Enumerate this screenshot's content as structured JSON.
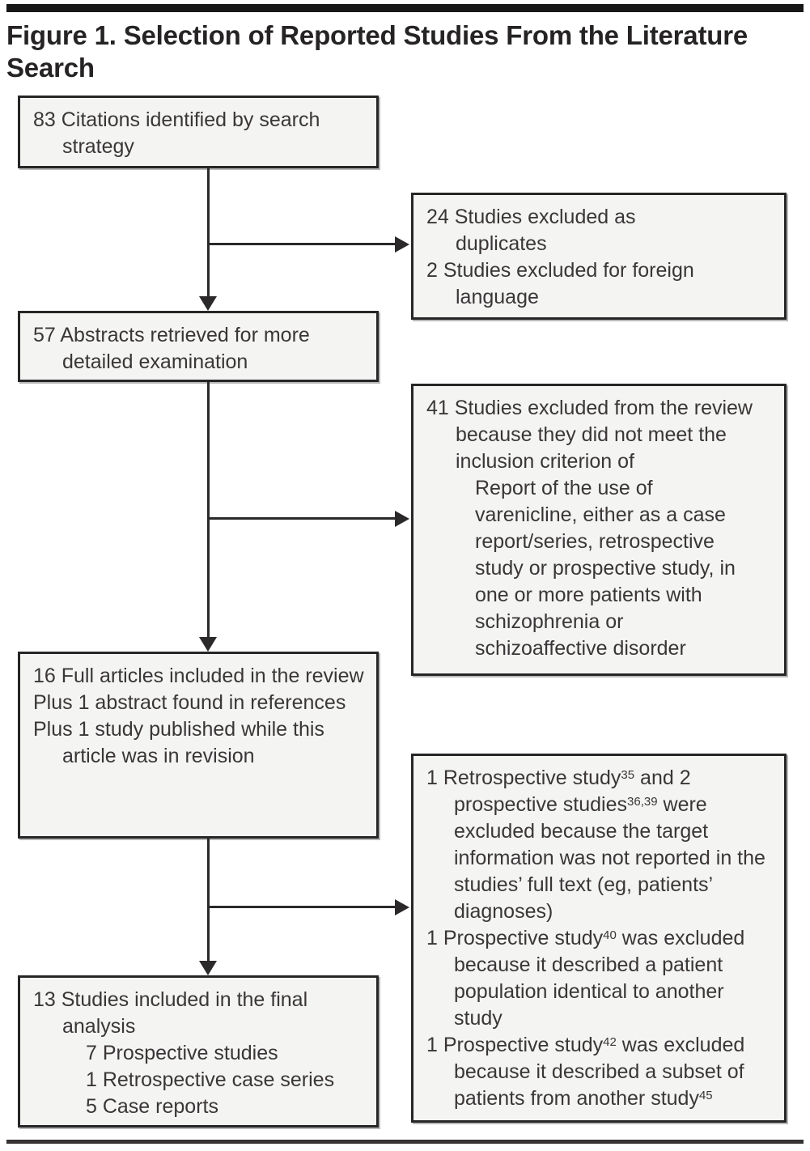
{
  "colors": {
    "pageBg": "#ffffff",
    "boxFill": "#f4f4f3",
    "boxBorder": "#272526",
    "text": "#3a3637",
    "line": "#2b292a",
    "ruleTop": "#171717",
    "ruleBottom": "#343233"
  },
  "title": "Figure 1. Selection of Reported Studies From the Literature Search",
  "flow": {
    "box1": {
      "lines": [
        "83 Citations identified by search strategy"
      ]
    },
    "box2": {
      "lines": [
        "24 Studies excluded as duplicates",
        "2 Studies excluded for foreign language"
      ]
    },
    "box3": {
      "lines": [
        "57 Abstracts retrieved for more detailed examination"
      ]
    },
    "box4": {
      "lead": "41 Studies excluded from the review because they did not meet the inclusion criterion of",
      "criterion": "Report of the use of varenicline, either as a case report/series, retrospective study or prospective study, in one or more patients with schizophrenia or schizoaffective disorder"
    },
    "box5": {
      "lines": [
        "16 Full articles included in the review",
        "Plus 1 abstract found in references",
        "Plus 1 study published while this article was in revision"
      ]
    },
    "box6": {
      "items": [
        {
          "pre": "1 Retrospective study",
          "sup1": "35",
          "mid": " and 2 prospective studies",
          "sup2": "36,39",
          "post": " were excluded because the target information was not reported in the studies’ full text (eg, patients’ diagnoses)"
        },
        {
          "pre": "1 Prospective study",
          "sup1": "40",
          "mid": " was excluded because it described a patient population identical to another study",
          "sup2": "",
          "post": ""
        },
        {
          "pre": "1 Prospective study",
          "sup1": "42",
          "mid": " was excluded because it described a subset of patients from another study",
          "sup2": "45",
          "post": ""
        }
      ]
    },
    "box7": {
      "lead": "13 Studies included in the final analysis",
      "subitems": [
        "7 Prospective studies",
        "1 Retrospective case series",
        "5 Case reports"
      ]
    }
  }
}
